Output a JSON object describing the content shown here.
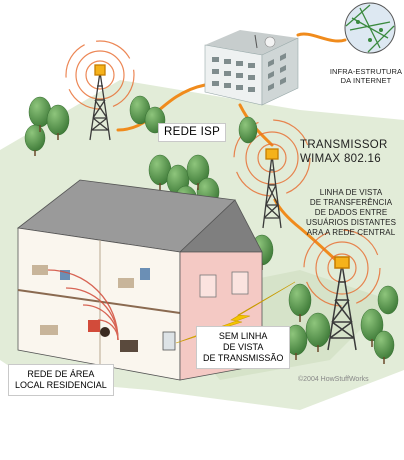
{
  "labels": {
    "internet": [
      "INFRA-ESTRUTURA",
      "DA INTERNET"
    ],
    "isp": "REDE ISP",
    "transmitter": [
      "TRANSMISSOR",
      "WIMAX 802.16"
    ],
    "line_of_sight": [
      "LINHA DE VISTA",
      "DE TRANSFERÊNCIA",
      "DE DADOS ENTRE",
      "USUÁRIOS DISTANTES",
      "ARA A REDE CENTRAL"
    ],
    "no_line_of_sight": [
      "SEM LINHA",
      "DE VISTA",
      "DE TRANSMISSÃO"
    ],
    "home_lan": [
      "REDE DE ÁREA",
      "LOCAL RESIDENCIAL"
    ],
    "copyright": "©2004 HowStuffWorks"
  },
  "colors": {
    "ground": "#e2ecd8",
    "trees": "#5f9a52",
    "cable": "#f08b1c",
    "signal": "#e86a2c",
    "tower": "#3a3a3a",
    "house_wall": "#f4c9c4",
    "house_roof": "#8d8d8d",
    "building": "#e9ecec",
    "lightning": "#f5c400"
  }
}
